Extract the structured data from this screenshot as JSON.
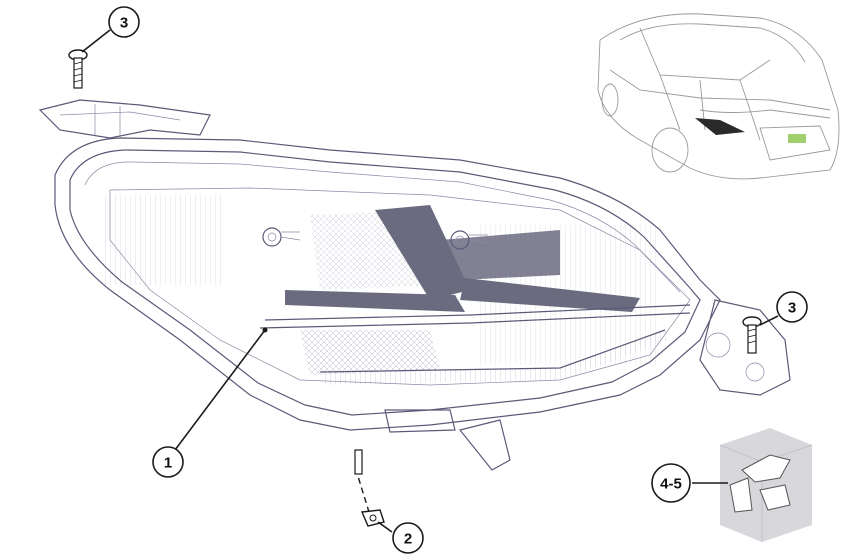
{
  "callouts": [
    {
      "id": "c1",
      "label": "1"
    },
    {
      "id": "c2",
      "label": "2"
    },
    {
      "id": "c3a",
      "label": "3"
    },
    {
      "id": "c3b",
      "label": "3"
    },
    {
      "id": "c45",
      "label": "4-5"
    }
  ],
  "icons": {
    "headlamp": "headlamp-assembly-drawing",
    "car": "car-location-thumbnail",
    "screw": "screw-icon",
    "nut": "nut-icon",
    "bracket_kit": "bracket-kit-box"
  },
  "colors": {
    "line": "#5a5a78",
    "reflector": "#6b6b80",
    "callout_stroke": "#1a1a1a",
    "car_headlamp_accent": "#2a2a2a",
    "car_badge": "#8bc34a",
    "kit_box": "#d7d7dc"
  }
}
